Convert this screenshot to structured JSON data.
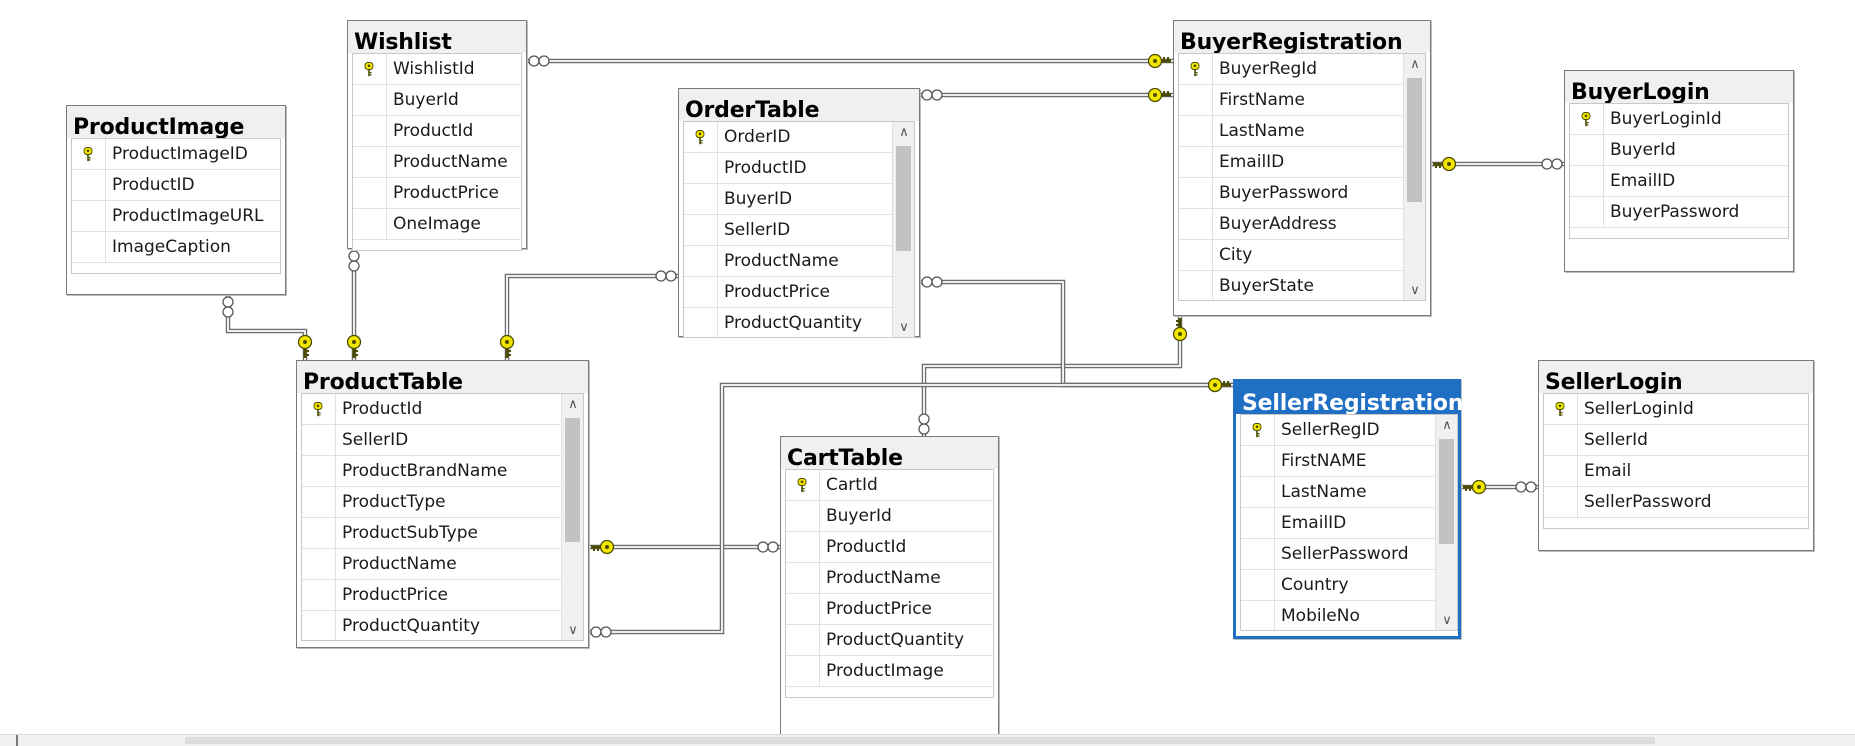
{
  "diagram": {
    "tables": [
      {
        "id": "ProductImage",
        "name": "ProductImage",
        "columns": [
          "ProductImageID",
          "ProductID",
          "ProductImageURL",
          "ImageCaption"
        ],
        "pk": [
          0
        ],
        "scroll": false,
        "selected": false
      },
      {
        "id": "Wishlist",
        "name": "Wishlist",
        "columns": [
          "WishlistId",
          "BuyerId",
          "ProductId",
          "ProductName",
          "ProductPrice",
          "OneImage"
        ],
        "pk": [
          0
        ],
        "scroll": false,
        "selected": false
      },
      {
        "id": "OrderTable",
        "name": "OrderTable",
        "columns": [
          "OrderID",
          "ProductID",
          "BuyerID",
          "SellerID",
          "ProductName",
          "ProductPrice",
          "ProductQuantity"
        ],
        "pk": [
          0
        ],
        "scroll": true,
        "selected": false
      },
      {
        "id": "BuyerRegistration",
        "name": "BuyerRegistration",
        "columns": [
          "BuyerRegId",
          "FirstName",
          "LastName",
          "EmailID",
          "BuyerPassword",
          "BuyerAddress",
          "City",
          "BuyerState"
        ],
        "pk": [
          0
        ],
        "scroll": true,
        "selected": false
      },
      {
        "id": "BuyerLogin",
        "name": "BuyerLogin",
        "columns": [
          "BuyerLoginId",
          "BuyerId",
          "EmailID",
          "BuyerPassword"
        ],
        "pk": [
          0
        ],
        "scroll": false,
        "selected": false
      },
      {
        "id": "ProductTable",
        "name": "ProductTable",
        "columns": [
          "ProductId",
          "SellerID",
          "ProductBrandName",
          "ProductType",
          "ProductSubType",
          "ProductName",
          "ProductPrice",
          "ProductQuantity"
        ],
        "pk": [
          0
        ],
        "scroll": true,
        "selected": false
      },
      {
        "id": "CartTable",
        "name": "CartTable",
        "columns": [
          "CartId",
          "BuyerId",
          "ProductId",
          "ProductName",
          "ProductPrice",
          "ProductQuantity",
          "ProductImage"
        ],
        "pk": [
          0
        ],
        "scroll": false,
        "selected": false
      },
      {
        "id": "SellerRegistration",
        "name": "SellerRegistration",
        "columns": [
          "SellerRegID",
          "FirstNAME",
          "LastName",
          "EmailID",
          "SellerPassword",
          "Country",
          "MobileNo"
        ],
        "pk": [
          0
        ],
        "scroll": true,
        "selected": true
      },
      {
        "id": "SellerLogin",
        "name": "SellerLogin",
        "columns": [
          "SellerLoginId",
          "SellerId",
          "Email",
          "SellerPassword"
        ],
        "pk": [
          0
        ],
        "scroll": false,
        "selected": false
      }
    ],
    "relationships": [
      {
        "from": "Wishlist",
        "to": "BuyerRegistration",
        "fromEnd": "many",
        "toEnd": "key"
      },
      {
        "from": "OrderTable",
        "to": "BuyerRegistration",
        "fromEnd": "many",
        "toEnd": "key"
      },
      {
        "from": "BuyerLogin",
        "to": "BuyerRegistration",
        "fromEnd": "many",
        "toEnd": "key"
      },
      {
        "from": "ProductImage",
        "to": "ProductTable",
        "fromEnd": "many",
        "toEnd": "key"
      },
      {
        "from": "Wishlist",
        "to": "ProductTable",
        "fromEnd": "many",
        "toEnd": "key"
      },
      {
        "from": "OrderTable",
        "to": "ProductTable",
        "fromEnd": "many",
        "toEnd": "key"
      },
      {
        "from": "CartTable",
        "to": "ProductTable",
        "fromEnd": "many",
        "toEnd": "key"
      },
      {
        "from": "CartTable",
        "to": "BuyerRegistration",
        "fromEnd": "many",
        "toEnd": "key"
      },
      {
        "from": "OrderTable",
        "to": "SellerRegistration",
        "fromEnd": "many",
        "toEnd": "key"
      },
      {
        "from": "ProductTable",
        "to": "SellerRegistration",
        "fromEnd": "many",
        "toEnd": "key"
      },
      {
        "from": "SellerLogin",
        "to": "SellerRegistration",
        "fromEnd": "many",
        "toEnd": "key"
      }
    ]
  },
  "colors": {
    "selection_accent": "#1f6fc5",
    "key_icon": "#f2e600",
    "connector": "#6e6e6e"
  }
}
